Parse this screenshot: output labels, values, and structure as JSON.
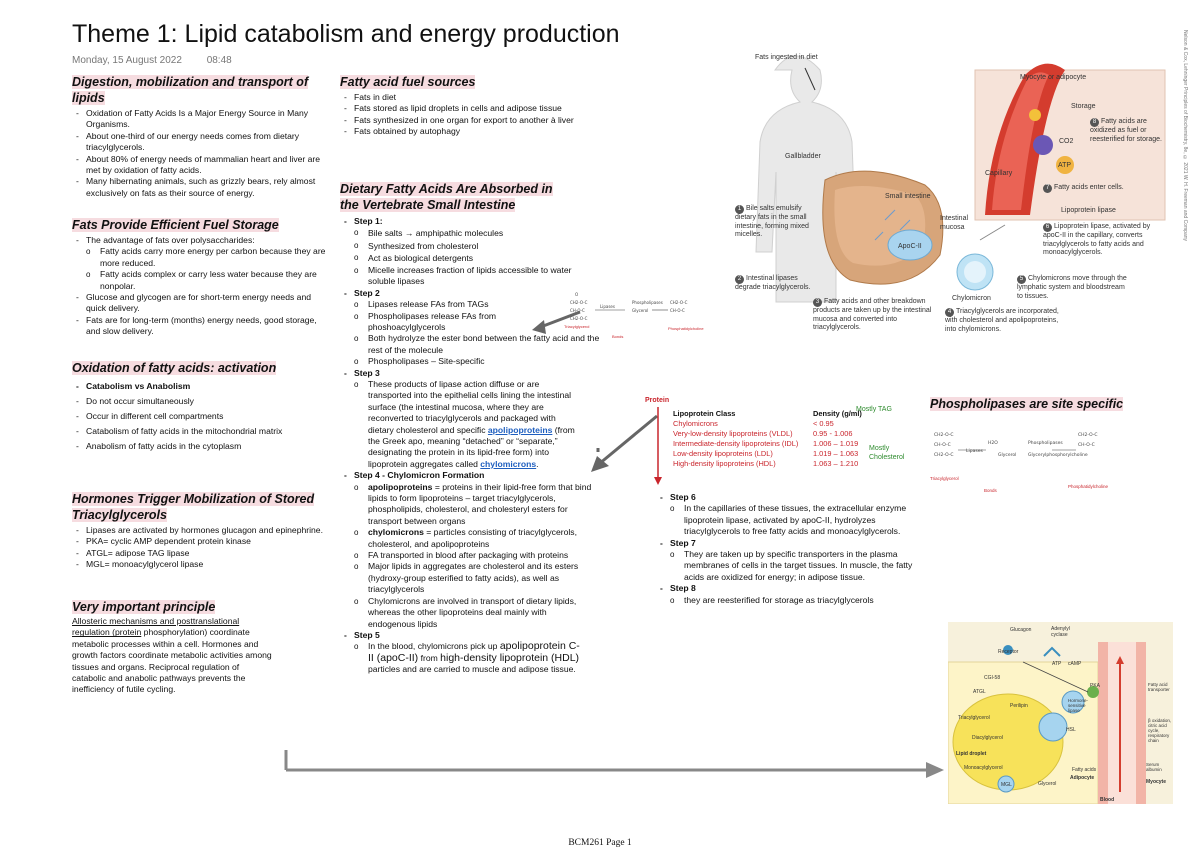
{
  "page": {
    "title": "Theme 1: Lipid catabolism and energy production",
    "date": "Monday, 15 August 2022",
    "time": "08:48",
    "footer": "BCM261 Page 1"
  },
  "digestion": {
    "heading": "Digestion, mobilization and transport of lipids",
    "items": [
      "Oxidation of Fatty Acids Is a Major Energy Source in Many Organisms.",
      "About one-third of our energy needs comes from dietary triacylglycerols.",
      "About 80% of energy needs of mammalian heart and liver are met by oxidation of fatty acids.",
      "Many hibernating animals, such as grizzly bears, rely almost exclusively on fats as their source of energy."
    ]
  },
  "fats_storage": {
    "heading": "Fats Provide Efficient Fuel Storage",
    "item1": "The advantage of fats over polysaccharides:",
    "sub": [
      "Fatty acids carry more energy per carbon because they are more reduced.",
      "Fatty acids complex or carry less water because they are nonpolar."
    ],
    "item2": "Glucose and glycogen are for short-term energy needs and quick delivery.",
    "item3": "Fats are for long-term (months) energy needs, good storage, and slow delivery."
  },
  "oxidation": {
    "heading": "Oxidation of fatty acids: activation",
    "items": [
      "Catabolism vs Anabolism",
      "Do not occur simultaneously",
      "Occur in different cell compartments",
      "Catabolism of fatty acids in the mitochondrial matrix",
      "Anabolism of fatty acids in the cytoplasm"
    ]
  },
  "hormones": {
    "heading": "Hormones Trigger Mobilization of Stored Triacylglycerols",
    "items": [
      "Lipases are activated by hormones glucagon and epinephrine.",
      "PKA= cyclic AMP dependent protein kinase",
      "ATGL= adipose TAG lipase",
      "MGL= monoacylglycerol lipase"
    ]
  },
  "principle": {
    "heading": "Very important principle",
    "underlined": "Allosteric mechanisms and posttranslational regulation (protein",
    "rest": " phosphorylation) coordinate metabolic processes within a cell. Hormones and growth factors coordinate metabolic activities among tissues and organs. Reciprocal regulation of catabolic and anabolic pathways prevents the inefficiency of futile cycling."
  },
  "fuel_sources": {
    "heading": "Fatty acid fuel sources",
    "items": [
      "Fats in diet",
      "Fats stored as lipid droplets in cells and adipose tissue",
      "Fats synthesized in one organ for export to another à liver",
      "Fats obtained by autophagy"
    ]
  },
  "dietary": {
    "heading": "Dietary Fatty Acids Are Absorbed in the Vertebrate Small Intestine",
    "step1": "Step 1:",
    "step1_items": [
      "Bile salts → amphipathic molecules",
      "Synthesized from cholesterol",
      "Act as biological detergents",
      "Micelle increases fraction of lipids accessible to water soluble lipases"
    ],
    "step2": "Step 2",
    "step2_items": [
      "Lipases release FAs from TAGs",
      "Phospholipases release FAs from phoshoacylglycerols",
      "Both hydrolyze the ester bond between the fatty acid and the rest of the molecule",
      "Phospholipases – Site-specific"
    ],
    "step3": "Step 3",
    "step3_a": "These products of lipase action diffuse or are transported into the epithelial cells lining the intestinal surface (the intestinal mucosa, where they are reconverted to triacylglycerols and packaged with dietary cholesterol and specific ",
    "step3_link1": "apolipoproteins",
    "step3_b": " (from the Greek apo, meaning “detached” or “separate,” designating the protein in its lipid-free form) into lipoprotein aggregates called ",
    "step3_link2": "chylomicrons",
    "step3_c": ".",
    "step4": "Step 4 - Chylomicron Formation",
    "step4_a_bold": "apolipoproteins",
    "step4_a": " = proteins in their lipid-free form that bind lipids to form lipoproteins – target triacylglycerols, phospholipids, cholesterol, and cholesteryl esters for transport between organs",
    "step4_b_bold": "chylomicrons",
    "step4_b": " = particles consisting of triacylglycerols, cholesterol, and apolipoproteins",
    "step4_c": "FA transported in blood after packaging with proteins",
    "step4_d": "Major lipids in aggregates are cholesterol and its esters (hydroxy-group esterified to fatty acids), as well as triacylglycerols",
    "step4_e": "Chylomicrons are involved in transport of dietary lipids, whereas the other lipoproteins deal mainly with endogenous lipids",
    "step5": "Step 5",
    "step5_a": " In the blood, chylomicrons pick up ",
    "step5_big": "apolipoprotein C-II (apoC-II)",
    "step5_b": " from ",
    "step5_big2": "high-density lipoprotein (HDL)",
    "step5_c": " particles and are carried to muscle and adipose tissue."
  },
  "steps_right": {
    "step6": "Step 6",
    "step6_item": "In the capillaries of these tissues, the extracellular enzyme lipoprotein lipase, activated by apoC-II, hydrolyzes triacylglycerols to free fatty acids and monoacylglycerols.",
    "step7": "Step 7",
    "step7_item": "They are taken up by specific transporters in the plasma membranes of cells in the target tissues. In muscle, the fatty acids are oxidized for energy; in adipose tissue.",
    "step8": "Step 8",
    "step8_item": "they are reesterified for storage as triacylglycerols"
  },
  "lipoprotein_table": {
    "protein_label": "Protein",
    "header_class": "Lipoprotein Class",
    "header_density": "Density (g/ml)",
    "note_tag": "Mostly TAG",
    "note_chol": "Mostly Cholesterol",
    "rows": [
      {
        "name": "Chylomicrons",
        "density": "< 0.95"
      },
      {
        "name": "Very-low-density lipoproteins (VLDL)",
        "density": "0.95 - 1.006"
      },
      {
        "name": "Intermediate-density lipoproteins (IDL)",
        "density": "1.006 – 1.019"
      },
      {
        "name": "Low-density lipoproteins (LDL)",
        "density": "1.019 – 1.063"
      },
      {
        "name": "High-density lipoproteins (HDL)",
        "density": "1.063 – 1.210"
      }
    ]
  },
  "phospholipase": {
    "heading": "Phospholipases are site specific"
  },
  "big_figure": {
    "fats_ingested": "Fats ingested in diet",
    "gallbladder": "Gallbladder",
    "small_intestine": "Small intestine",
    "intestinal_mucosa": "Intestinal mucosa",
    "apoc": "ApoC-II",
    "chylomicron": "Chylomicron",
    "capillary": "Capillary",
    "myocyte": "Myocyte or adipocyte",
    "storage": "Storage",
    "co2": "CO2",
    "atp": "ATP",
    "lpl": "Lipoprotein lipase",
    "credit": "Nelson & Cox, Lehninger Principles of Biochemistry, 8e, © 2021 W. H. Freeman and Company",
    "steps": [
      "Bile salts emulsify dietary fats in the small intestine, forming mixed micelles.",
      "Intestinal lipases degrade triacylglycerols.",
      "Fatty acids and other breakdown products are taken up by the intestinal mucosa and converted into triacylglycerols.",
      "Triacylglycerols are incorporated, with cholesterol and apolipoproteins, into chylomicrons.",
      "Chylomicrons move through the lymphatic system and bloodstream to tissues.",
      "Lipoprotein lipase, activated by apoC-II in the capillary, converts triacylglycerols to fatty acids and monoacylglycerols.",
      "Fatty acids enter cells.",
      "Fatty acids are oxidized as fuel or reesterified for storage."
    ]
  },
  "hormone_figure": {
    "glucagon": "Glucagon",
    "adenylyl": "Adenylyl cyclase",
    "receptor": "Receptor",
    "atp": "ATP",
    "camp": "cAMP",
    "pka": "PKA",
    "hsl": "HSL",
    "perilipin": "Perilipin",
    "atgl": "ATGL",
    "mgl": "MGL",
    "lipid_droplet": "Lipid droplet",
    "adipocyte": "Adipocyte",
    "myocyte": "Myocyte",
    "blood": "Blood",
    "fa_transporter": "Fatty acid transporter",
    "serum_albumin": "Serum albumin",
    "fatty_acids": "Fatty acids",
    "glycerol": "Glycerol",
    "tag": "Triacylglycerol",
    "dag": "Diacylglycerol",
    "mag": "Monoacylglycerol",
    "beta_ox": "β oxidation, citric acid cycle, respiratory chain",
    "cgi": "CGI-58",
    "hormone_sensitive": "Hormone-sensitive lipase"
  }
}
